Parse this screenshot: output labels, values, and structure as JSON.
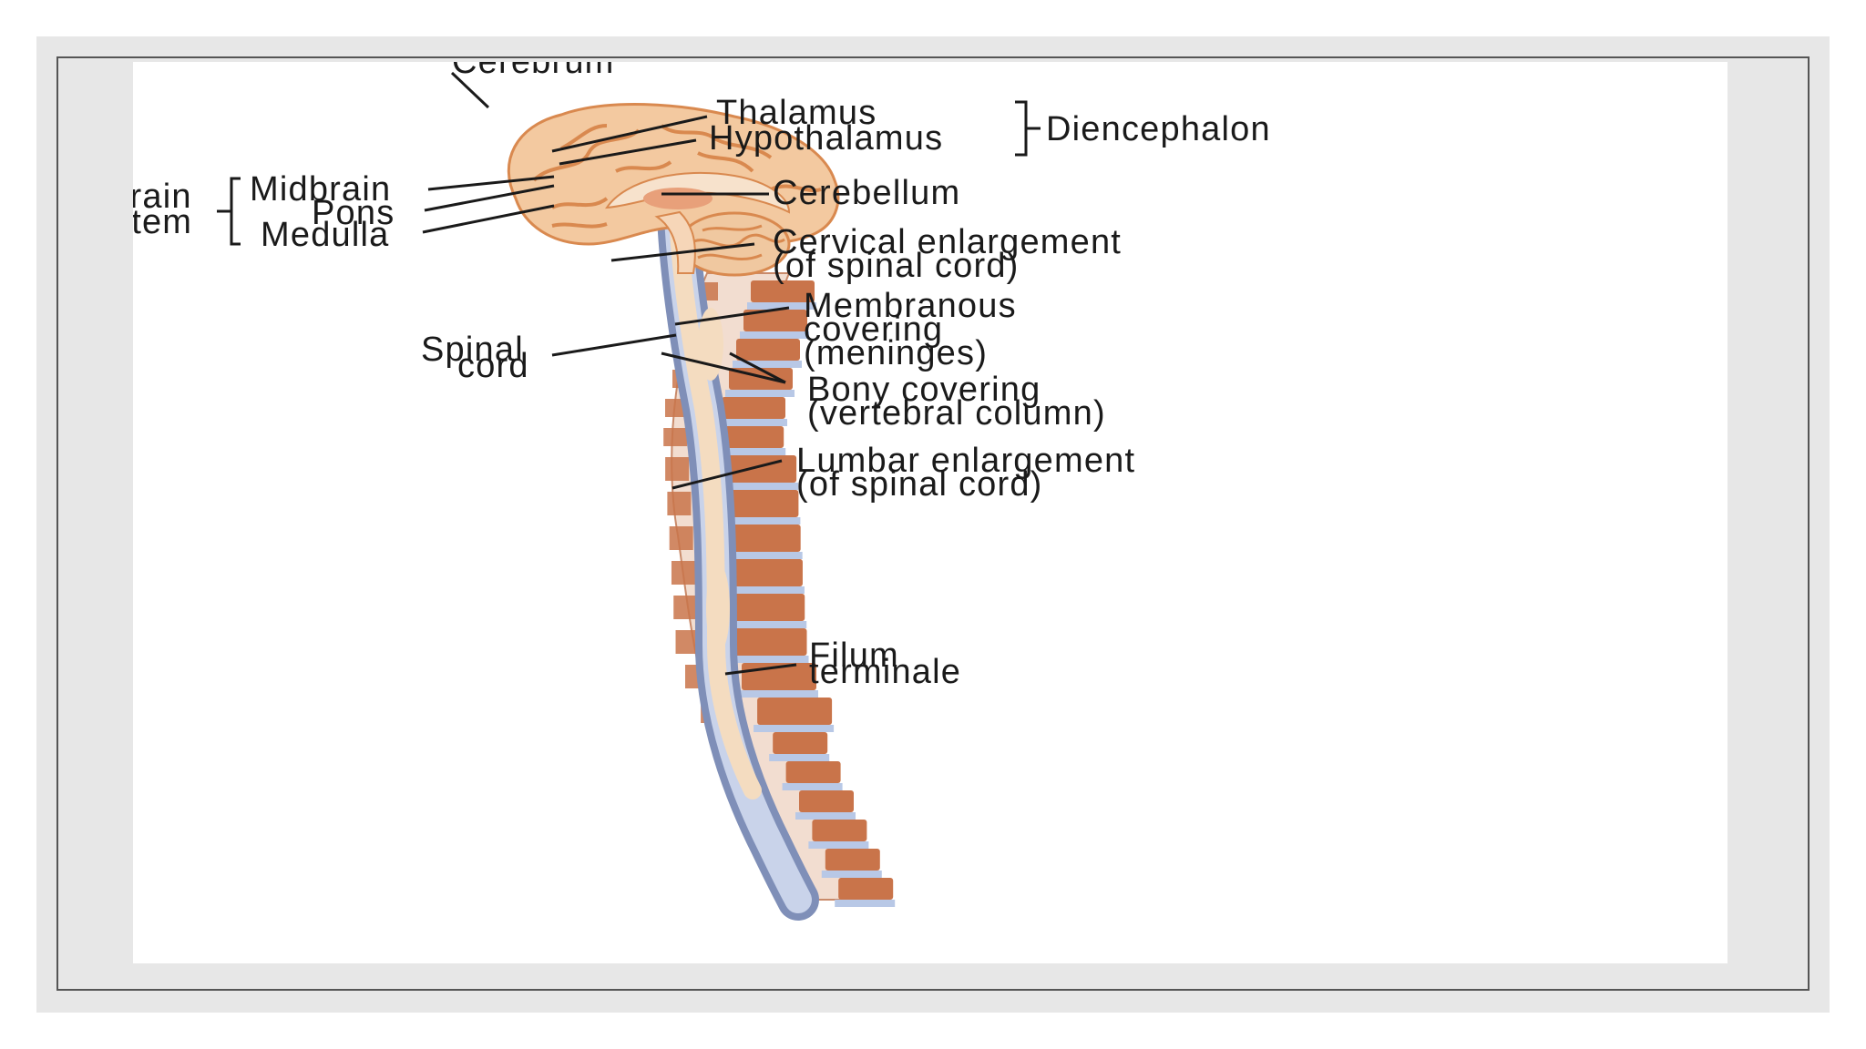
{
  "labels": {
    "cerebrum": "Cerebrum",
    "thalamus": "Thalamus",
    "hypothalamus": "Hypothalamus",
    "diencephalon": "Diencephalon",
    "brain_stem_1": "Brain",
    "brain_stem_2": "stem",
    "midbrain": "Midbrain",
    "pons": "Pons",
    "medulla": "Medulla",
    "cerebellum": "Cerebellum",
    "cervical_1": "Cervical enlargement",
    "cervical_2": "(of spinal cord)",
    "membranous_1": "Membranous",
    "membranous_2": "covering",
    "membranous_3": "(meninges)",
    "spinal_1": "Spinal",
    "spinal_2": "cord",
    "bony_1": "Bony covering",
    "bony_2": "(vertebral column)",
    "lumbar_1": "Lumbar enlargement",
    "lumbar_2": "(of spinal cord)",
    "filum_1": "Filum",
    "filum_2": "terminale"
  },
  "colors": {
    "slide_background": "#e7e7e7",
    "brain": "#f3c9a0",
    "brain_folds": "#d9894f",
    "vertebra": "#c9744a",
    "disc": "#b8c8e6",
    "spinal_cord": "#f4dcc0",
    "meninges": "#7f8fb8"
  }
}
